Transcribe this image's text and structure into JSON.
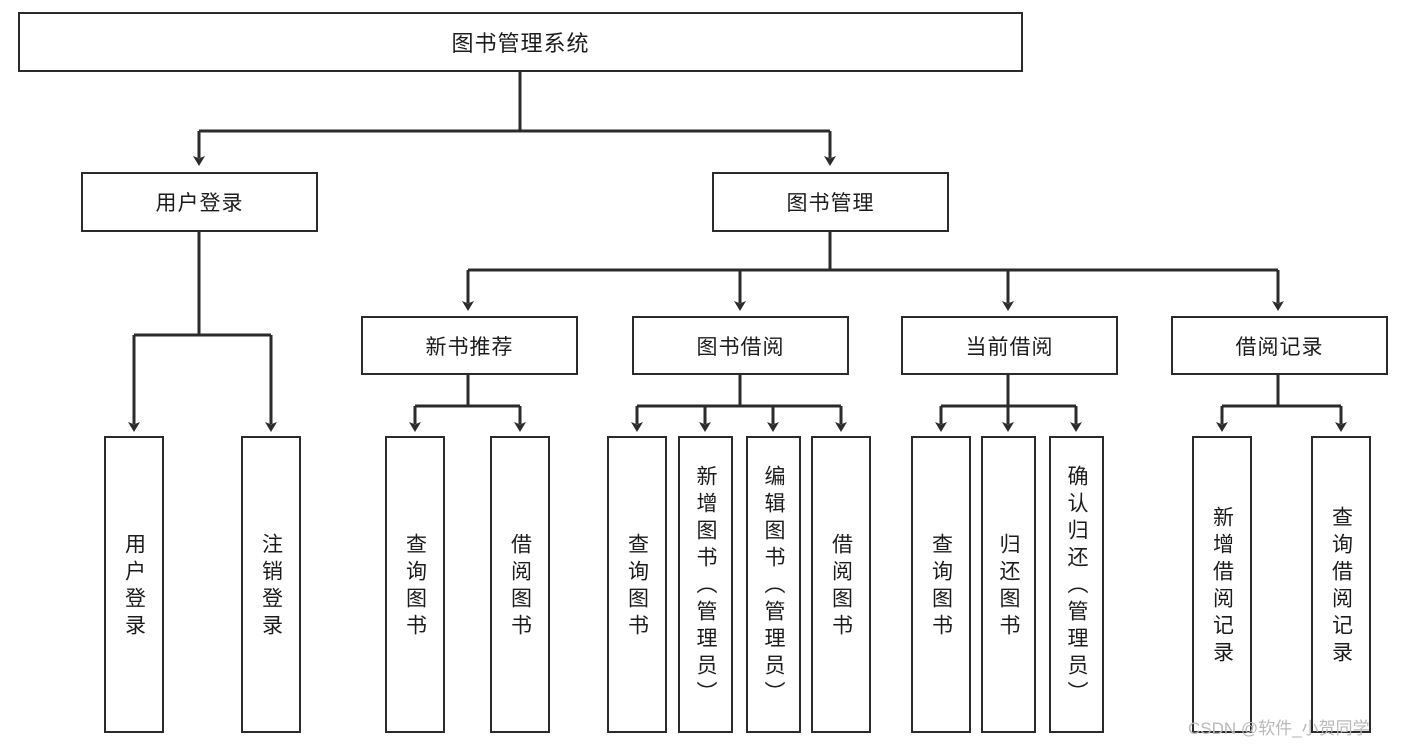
{
  "diagram": {
    "type": "tree",
    "title": "图书管理系统",
    "watermark": "CSDN @软件_小贺同学",
    "colors": {
      "stroke": "#2b2b2b",
      "fill": "#ffffff",
      "text": "#1c1c1c",
      "watermark": "#b9b9b9"
    },
    "nodes": {
      "root": {
        "label": "图书管理系统",
        "orientation": "horizontal"
      },
      "level2": [
        {
          "id": "user-login",
          "label": "用户登录",
          "orientation": "horizontal"
        },
        {
          "id": "book-manage",
          "label": "图书管理",
          "orientation": "horizontal"
        }
      ],
      "level3": [
        {
          "id": "new-book-recommend",
          "label": "新书推荐",
          "orientation": "horizontal"
        },
        {
          "id": "book-borrow",
          "label": "图书借阅",
          "orientation": "horizontal"
        },
        {
          "id": "current-borrow",
          "label": "当前借阅",
          "orientation": "horizontal"
        },
        {
          "id": "borrow-record",
          "label": "借阅记录",
          "orientation": "horizontal"
        }
      ],
      "leaves": {
        "user-login": [
          {
            "id": "leaf-user-login",
            "label": "用户登录",
            "orientation": "vertical"
          },
          {
            "id": "leaf-logout",
            "label": "注销登录",
            "orientation": "vertical"
          }
        ],
        "new-book-recommend": [
          {
            "id": "leaf-query-book-1",
            "label": "查询图书",
            "orientation": "vertical"
          },
          {
            "id": "leaf-borrow-book-1",
            "label": "借阅图书",
            "orientation": "vertical"
          }
        ],
        "book-borrow": [
          {
            "id": "leaf-query-book-2",
            "label": "查询图书",
            "orientation": "vertical"
          },
          {
            "id": "leaf-add-book",
            "label": "新增图书（管理员）",
            "orientation": "vertical"
          },
          {
            "id": "leaf-edit-book",
            "label": "编辑图书（管理员）",
            "orientation": "vertical"
          },
          {
            "id": "leaf-borrow-book-2",
            "label": "借阅图书",
            "orientation": "vertical"
          }
        ],
        "current-borrow": [
          {
            "id": "leaf-query-book-3",
            "label": "查询图书",
            "orientation": "vertical"
          },
          {
            "id": "leaf-return-book",
            "label": "归还图书",
            "orientation": "vertical"
          },
          {
            "id": "leaf-confirm-return",
            "label": "确认归还（管理员）",
            "orientation": "vertical"
          }
        ],
        "borrow-record": [
          {
            "id": "leaf-add-record",
            "label": "新增借阅记录",
            "orientation": "vertical"
          },
          {
            "id": "leaf-query-record",
            "label": "查询借阅记录",
            "orientation": "vertical"
          }
        ]
      }
    }
  }
}
